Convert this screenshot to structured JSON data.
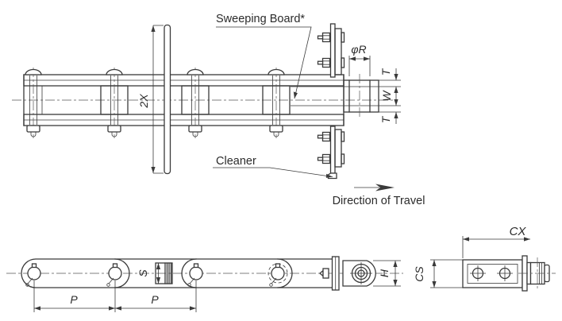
{
  "drawing": {
    "title_labels": {
      "sweeping_board": "Sweeping Board*",
      "cleaner": "Cleaner",
      "direction_of_travel": "Direction of Travel"
    },
    "dimensions": {
      "board_height": "2X",
      "roller_diameter": "φR",
      "plate_thickness_top": "T",
      "inner_width": "W",
      "plate_thickness_bottom": "T",
      "slot_width": "S",
      "pitch_1": "P",
      "pitch_2": "P",
      "plate_height": "H",
      "cleaner_length": "CX",
      "cleaner_height": "CS"
    },
    "colors": {
      "line": "#3a3a3a",
      "background": "#ffffff"
    }
  }
}
